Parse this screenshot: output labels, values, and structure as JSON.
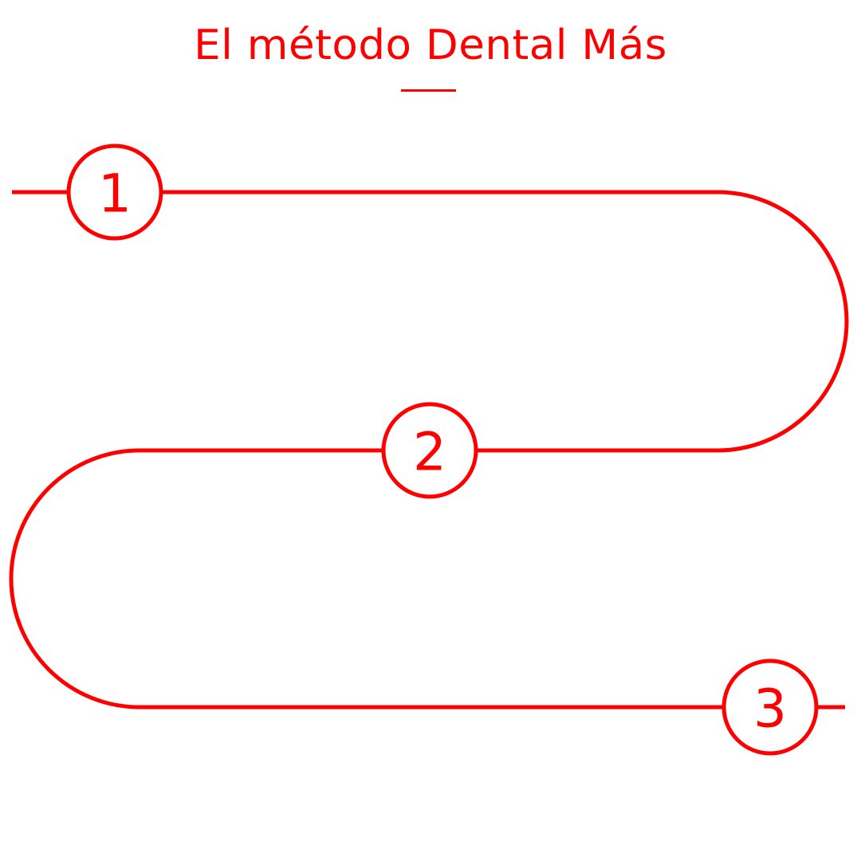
{
  "title": "El método Dental Más",
  "accent_color": "#ff0000",
  "background_color": "#ffffff",
  "steps": [
    {
      "number": "1"
    },
    {
      "number": "2"
    },
    {
      "number": "3"
    }
  ]
}
